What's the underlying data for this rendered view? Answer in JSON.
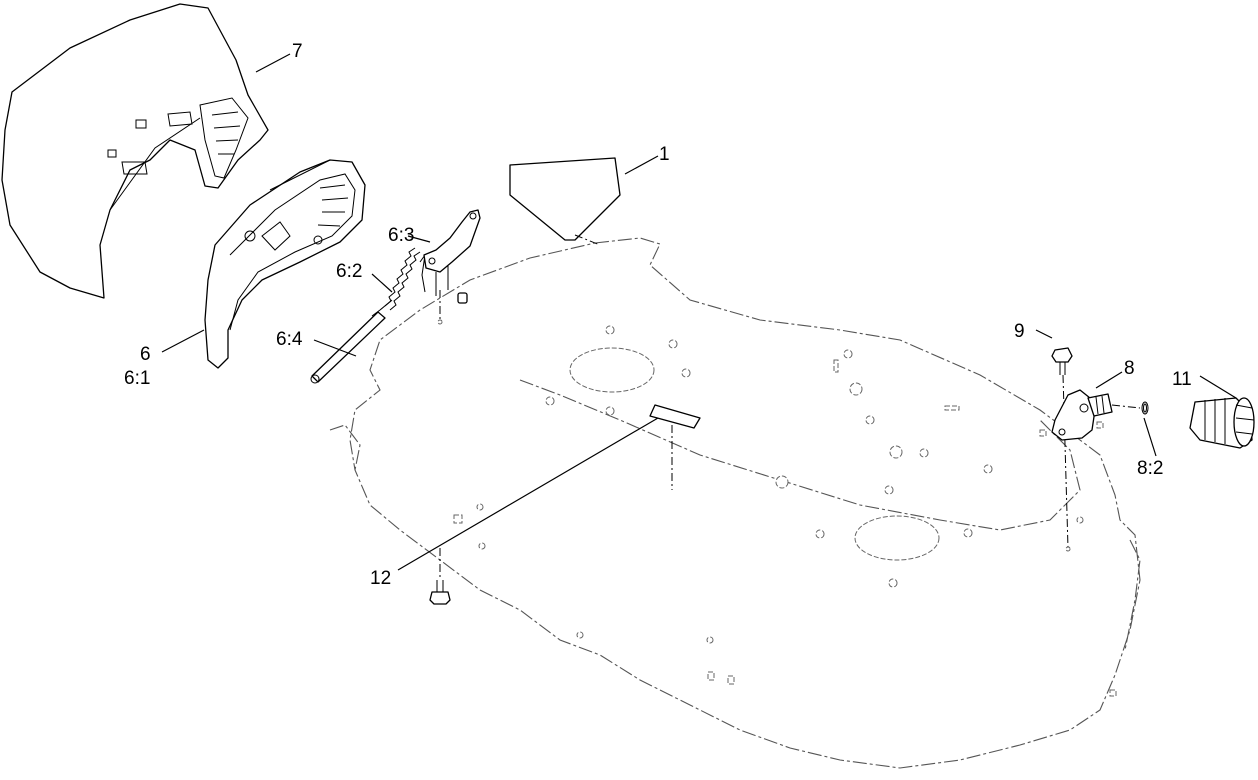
{
  "callouts": {
    "c1": "1",
    "c6": "6",
    "c6_1": "6:1",
    "c6_2": "6:2",
    "c6_3": "6:3",
    "c6_4": "6:4",
    "c7": "7",
    "c8": "8",
    "c8_2": "8:2",
    "c9": "9",
    "c11": "11",
    "c12": "12"
  }
}
